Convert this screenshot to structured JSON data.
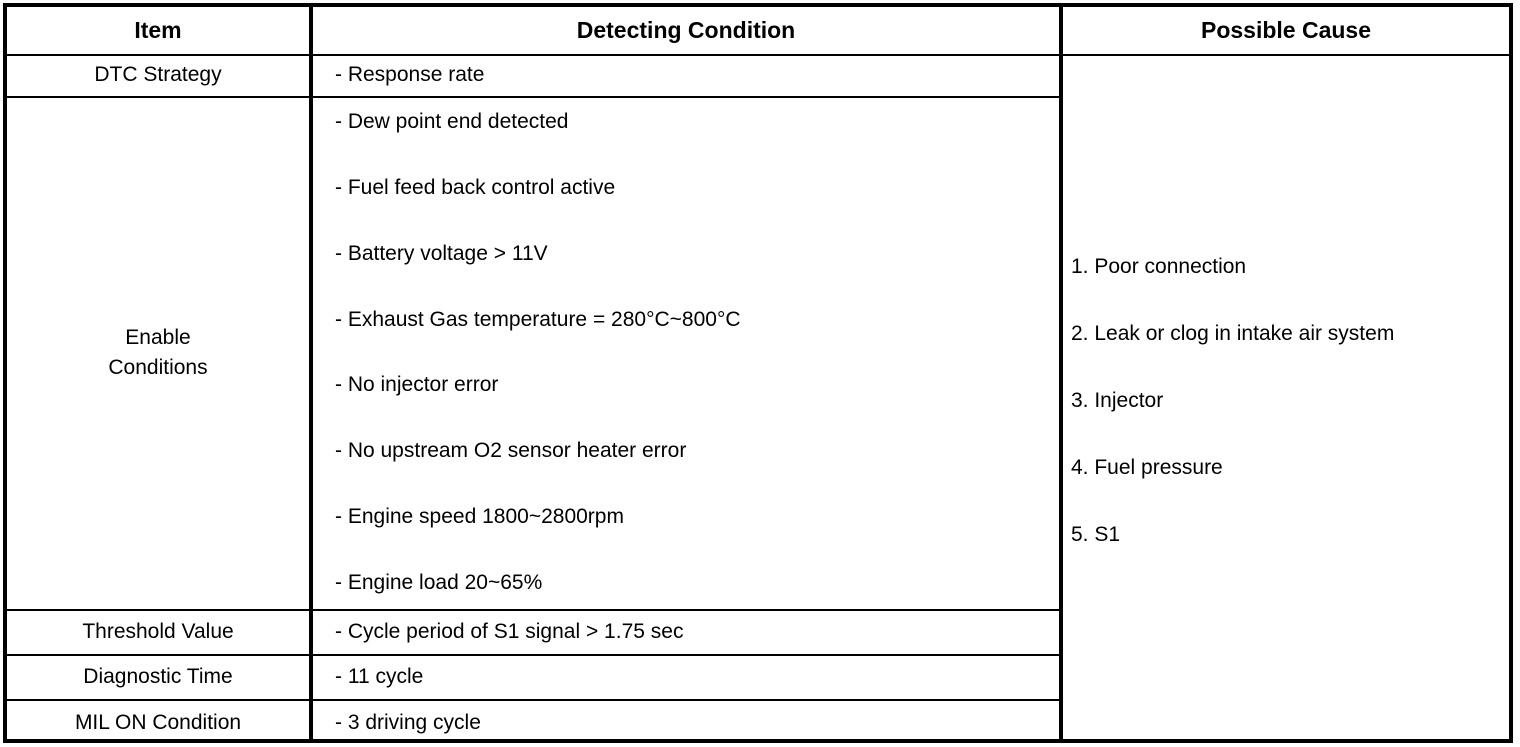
{
  "table": {
    "headers": {
      "item": "Item",
      "detecting_condition": "Detecting Condition",
      "possible_cause": "Possible Cause"
    },
    "rows": {
      "dtc_strategy": {
        "item": "DTC Strategy",
        "condition": "-  Response rate"
      },
      "enable_conditions": {
        "item_line1": "Enable",
        "item_line2": "Conditions",
        "conditions": [
          "-  Dew point end detected",
          "-  Fuel feed back control active",
          "-  Battery voltage > 11V",
          "-  Exhaust Gas temperature = 280°C~800°C",
          "-  No injector error",
          "-  No upstream O2 sensor heater error",
          "-  Engine speed 1800~2800rpm",
          "-  Engine load 20~65%"
        ]
      },
      "threshold_value": {
        "item": "Threshold Value",
        "condition": "- Cycle period of S1 signal > 1.75 sec"
      },
      "diagnostic_time": {
        "item": "Diagnostic Time",
        "condition": "- 11 cycle"
      },
      "mil_on_condition": {
        "item": "MIL ON Condition",
        "condition": "- 3 driving cycle"
      }
    },
    "possible_causes": [
      "1. Poor connection",
      "2. Leak or clog in intake air system",
      "3. Injector",
      "4. Fuel pressure",
      "5. S1"
    ]
  },
  "colors": {
    "border": "#000000",
    "text": "#000000",
    "background": "#ffffff"
  }
}
